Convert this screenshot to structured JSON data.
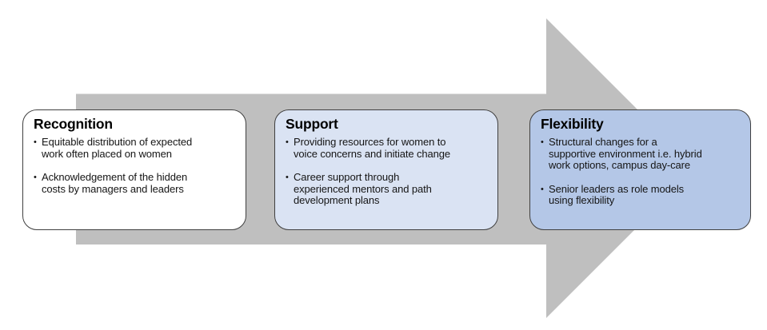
{
  "diagram": {
    "bullet_glyph": "•",
    "arrow": {
      "fill": "#bfbfbf"
    },
    "cards": [
      {
        "title": "Recognition",
        "fill": "#ffffff",
        "bullets": [
          "Equitable distribution of expected\nwork often placed on women",
          "Acknowledgement of the hidden\ncosts by managers and leaders"
        ]
      },
      {
        "title": "Support",
        "fill": "#dae3f3",
        "bullets": [
          "Providing resources for women to\nvoice concerns and initiate change",
          "Career support through\nexperienced mentors and path\ndevelopment plans"
        ]
      },
      {
        "title": "Flexibility",
        "fill": "#b4c7e7",
        "bullets": [
          "Structural changes for a\nsupportive environment i.e. hybrid\nwork options, campus day-care",
          "Senior leaders as role models\nusing flexibility"
        ]
      }
    ]
  }
}
